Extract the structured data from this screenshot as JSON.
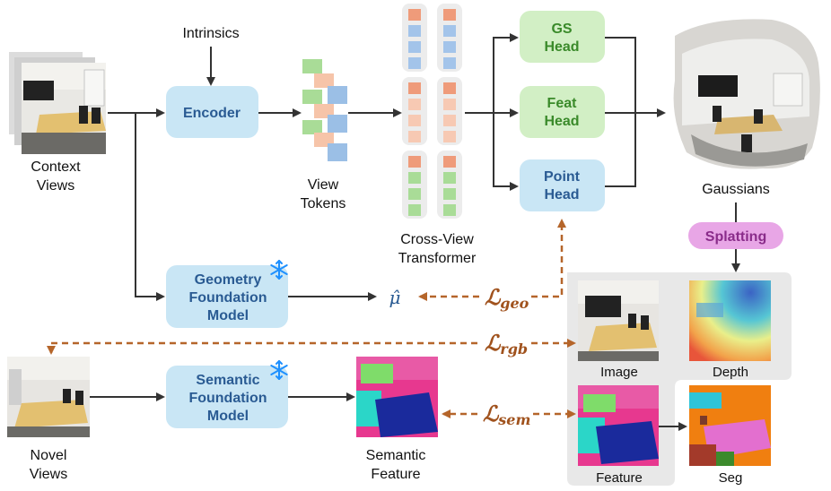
{
  "inputs": {
    "context_views": [
      "Context",
      "Views"
    ],
    "novel_views": [
      "Novel",
      "Views"
    ],
    "intrinsics": "Intrinsics"
  },
  "modules": {
    "encoder": "Encoder",
    "geometry_model": [
      "Geometry",
      "Foundation",
      "Model"
    ],
    "semantic_model": [
      "Semantic",
      "Foundation",
      "Model"
    ],
    "gs_head": [
      "GS",
      "Head"
    ],
    "feat_head": [
      "Feat",
      "Head"
    ],
    "point_head": [
      "Point",
      "Head"
    ],
    "splatting": "Splatting"
  },
  "labels": {
    "view_tokens": [
      "View",
      "Tokens"
    ],
    "transformer": [
      "Cross-View",
      "Transformer"
    ],
    "gaussians": "Gaussians",
    "semantic_feature": [
      "Semantic",
      "Feature"
    ],
    "mu_hat": "μ̂"
  },
  "losses": {
    "geo": {
      "symbol": "ℒ",
      "sub": "geo"
    },
    "rgb": {
      "symbol": "ℒ",
      "sub": "rgb"
    },
    "sem": {
      "symbol": "ℒ",
      "sub": "sem"
    }
  },
  "outputs": {
    "image": "Image",
    "depth": "Depth",
    "feature": "Feature",
    "seg": "Seg"
  },
  "icons": {
    "frozen": "snowflake-icon"
  },
  "colors": {
    "blue_box": "#c9e6f5",
    "blue_text": "#2a5b93",
    "green_box": "#d2efc5",
    "green_text": "#3a8a2a",
    "splat_box": "#e8a6e6",
    "splat_text": "#8a2c8a",
    "loss": "#a0521d",
    "snowflake": "#1e90ff"
  }
}
